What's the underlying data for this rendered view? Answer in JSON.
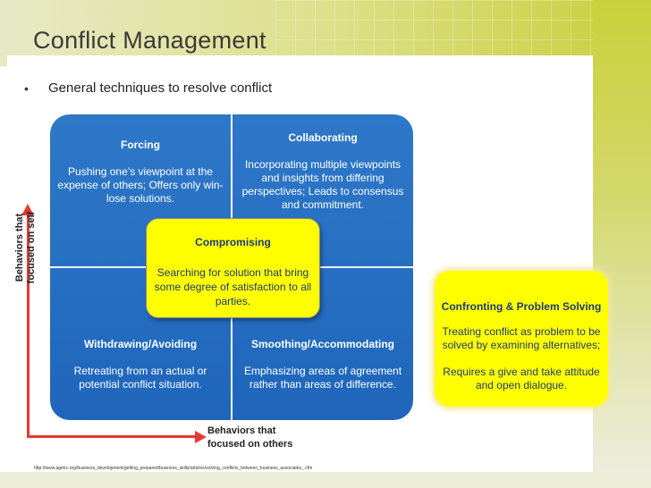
{
  "slide": {
    "title": "Conflict Management",
    "bullet_symbol": "•",
    "bullet_text": "General techniques to resolve conflict"
  },
  "grid": {
    "forcing": {
      "heading": "Forcing",
      "body_lines": [
        "Pushing one’s viewpoint at the",
        "expense of others; Offers only win-",
        "lose solutions."
      ]
    },
    "collaborating": {
      "heading": "Collaborating",
      "body_lines": [
        "Incorporating multiple viewpoints",
        "and insights from differing",
        "perspectives; Leads to consensus",
        "and commitment."
      ]
    },
    "withdrawing": {
      "heading": "Withdrawing/Avoiding",
      "body_lines": [
        "Retreating from an actual or",
        "potential conflict situation."
      ]
    },
    "smoothing": {
      "heading": "Smoothing/Accommodating",
      "body_lines": [
        "Emphasizing areas of agreement",
        "rather than areas of difference."
      ]
    },
    "compromising": {
      "heading": "Compromising",
      "body_lines": [
        "Searching for solution that bring",
        "some degree of satisfaction to all",
        "parties."
      ]
    }
  },
  "confronting": {
    "heading": "Confronting & Problem Solving",
    "body1_lines": [
      "Treating conflict as problem to be",
      "solved by examining alternatives;"
    ],
    "body2_lines": [
      "Requires a give and take attitude",
      "and open dialogue."
    ]
  },
  "axes": {
    "vertical_label_lines": [
      "Behaviors that",
      "focused on self"
    ],
    "horizontal_label_lines": [
      "Behaviors that",
      "focused on others"
    ]
  },
  "source": "http://www.agmrc.org/business_development/getting_prepared/business_skills/articles/solving_conflicts_between_business_associates_.cfm",
  "colors": {
    "grid_blue": "#2f78c8",
    "highlight_yellow": "#ffff00",
    "arrow_red": "#e53a32",
    "text_navy": "#1f3a7a"
  }
}
